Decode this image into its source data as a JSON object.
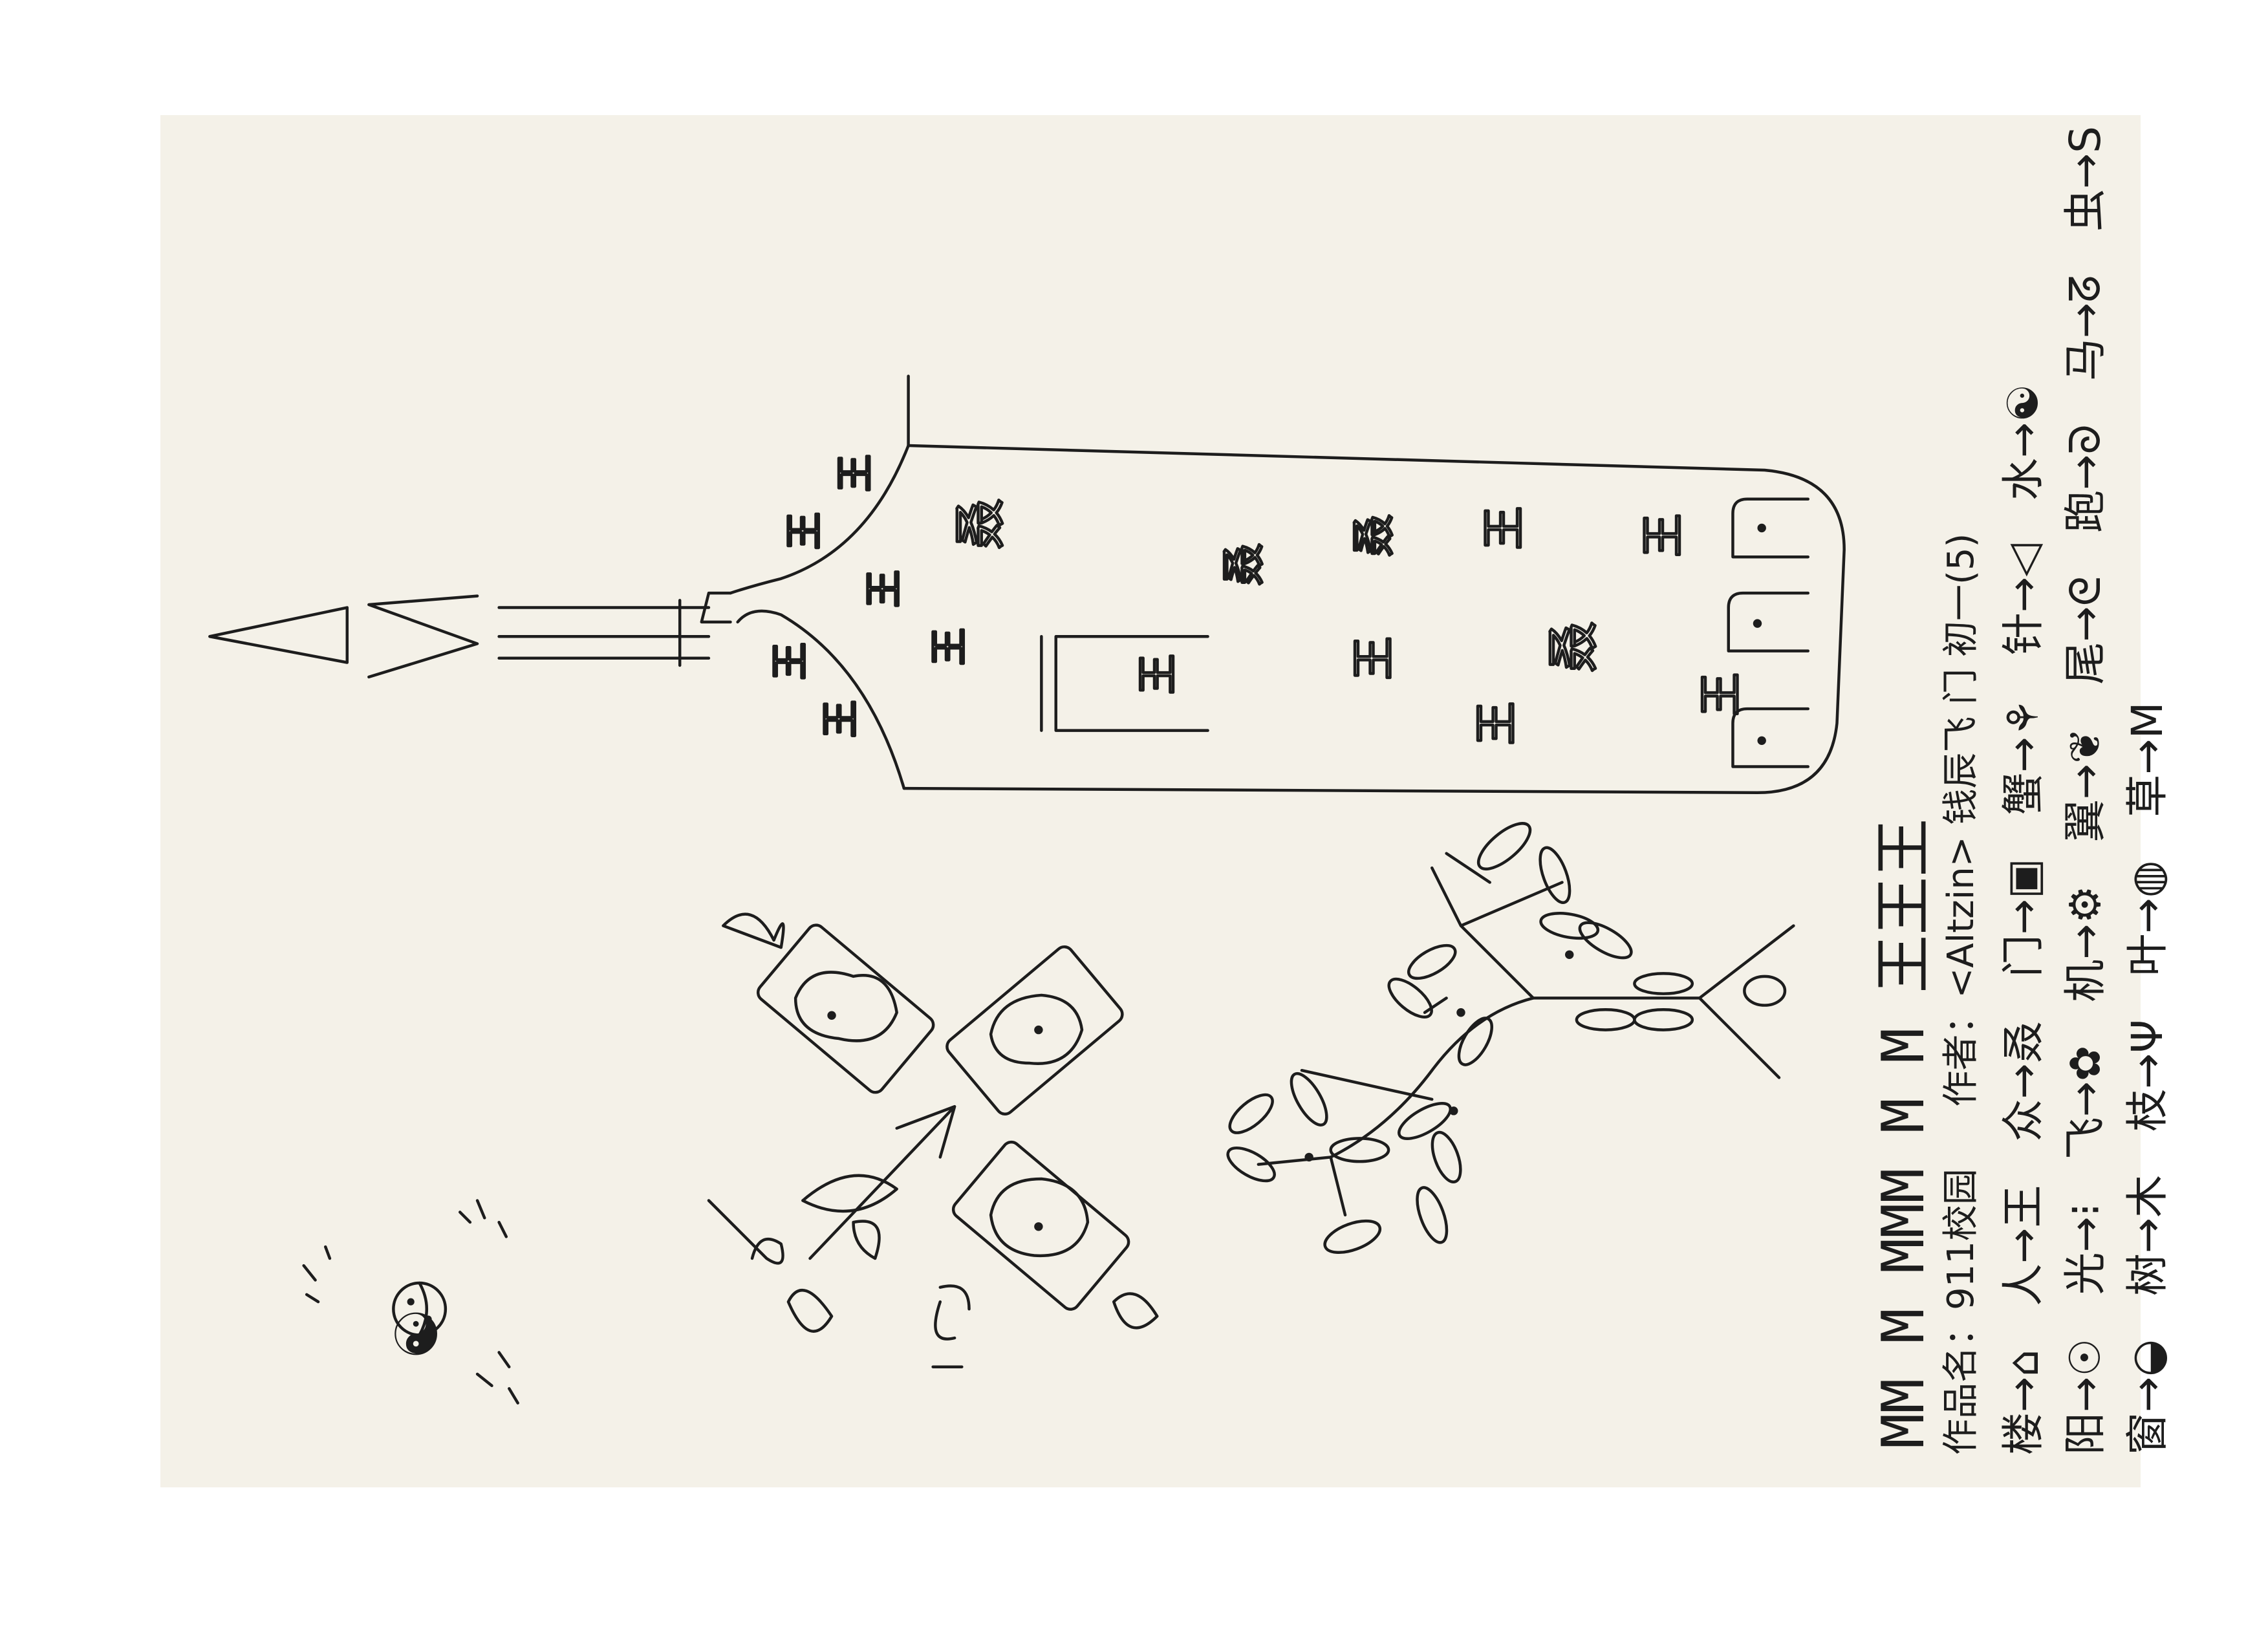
{
  "caption": {
    "title_label": "作品名：911校园",
    "author_label": "作者：<Altzin> 钱辰飞 门 初一(5)",
    "legend_rows": [
      [
        "楼→⌂",
        "人→王",
        "众→叒",
        "门→▣",
        "蟹→⚘",
        "针→◁",
        "水→☯"
      ],
      [
        "阳→☉",
        "光→⁝",
        "飞→✿",
        "机→⚙",
        "翼→❦",
        "尾→ᘓ",
        "跑→ᘐ",
        "马→ᘔ",
        "虫→S"
      ],
      [
        "窗→◒",
        "树→木",
        "枝→Ψ",
        "叶→◍",
        "草→M"
      ]
    ]
  },
  "grass_marks": "MM M MMM M M 王王王",
  "sun_glyph": "☯",
  "colors": {
    "paper": "#f4f1e8",
    "ink": "#1d1d1d"
  }
}
